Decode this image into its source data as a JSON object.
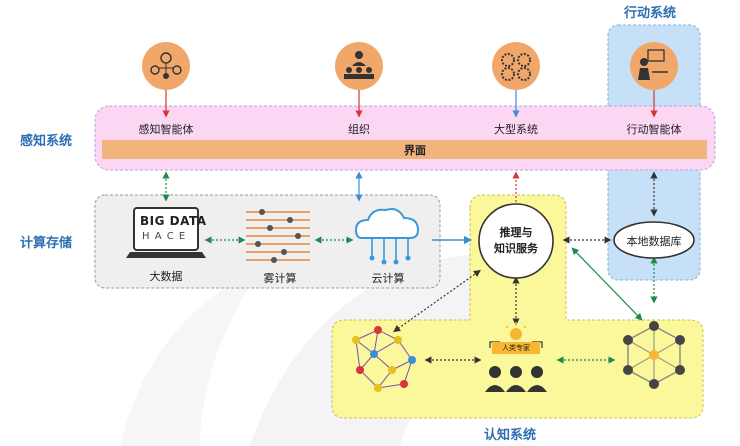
{
  "title": "行动系统",
  "rows": {
    "perception": "感知系统",
    "compute": "计算存储",
    "cognition": "认知系统"
  },
  "perception": {
    "agents": [
      "感知智能体",
      "组织",
      "大型系统",
      "行动智能体"
    ],
    "interface": "界面"
  },
  "compute": {
    "big_data_text_line1": "BIG DATA",
    "big_data_text_line2": "H A C E",
    "big_data": "大数据",
    "fog": "雾计算",
    "cloud": "云计算"
  },
  "cognition": {
    "reasoning_line1": "推理与",
    "reasoning_line2": "知识服务",
    "experts": "人类专家"
  },
  "action": {
    "local_db": "本地数据库"
  },
  "colors": {
    "row_label": "#2e6fb3",
    "perception_band": "#fbd7f3",
    "interface_bar": "#f2b37d",
    "compute_panel": "#efefef",
    "cognition_panel": "#fbf79b",
    "action_panel": "#c5e0f7",
    "icon_circle": "#f2a76a"
  }
}
